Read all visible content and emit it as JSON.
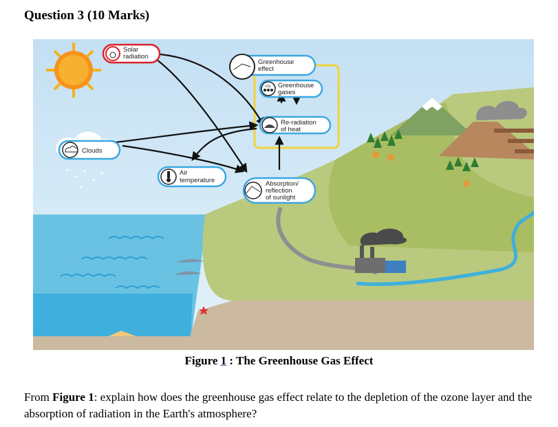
{
  "heading": "Question 3 (10 Marks)",
  "figure": {
    "labels": {
      "solar_line1": "Solar",
      "solar_line2": "radiation",
      "clouds": "Clouds",
      "greenhouse_line1": "Greenhouse",
      "greenhouse_line2": "effect",
      "gases_line1": "Greenhouse",
      "gases_line2": "gases",
      "reradiation_line1": "Re-radiation",
      "reradiation_line2": "of heat",
      "air_line1": "Air",
      "air_line2": "temperature",
      "absorption_line1": "Absorption/",
      "absorption_line2": "reflection",
      "absorption_line3": "of sunlight"
    },
    "co2_text": "CO2",
    "colors": {
      "sky": "#cfe5f5",
      "sea": "#6ac2e3",
      "land": "#b9c97e",
      "label_ring": "#3ba7e0",
      "solar_ring": "#d9222a",
      "ghe_box": "#f3d23b"
    }
  },
  "caption": {
    "prefix": "Figure ",
    "number": "1",
    "suffix": " : The Greenhouse Gas Effect"
  },
  "question": {
    "part1": "From ",
    "bold": "Figure 1",
    "part2": ": explain how does the greenhouse gas effect relate to the depletion of the ozone layer and the absorption of radiation in the Earth's atmosphere?"
  }
}
